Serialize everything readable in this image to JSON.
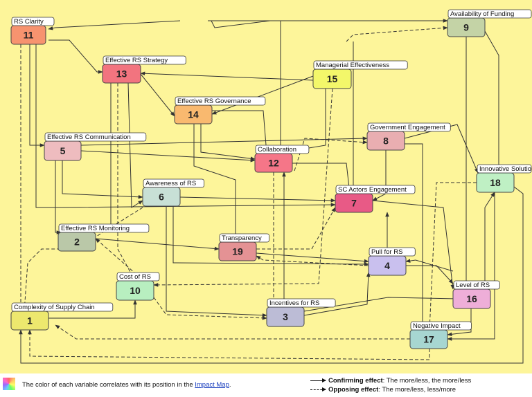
{
  "nodes": [
    {
      "id": "11",
      "label": "RS Clarity",
      "color": "#f7936f"
    },
    {
      "id": "13",
      "label": "Effective RS Strategy",
      "color": "#f2747f"
    },
    {
      "id": "14",
      "label": "Effective RS Governance",
      "color": "#f9b96f"
    },
    {
      "id": "15",
      "label": "Managerial Effectiveness",
      "color": "#f3f76a"
    },
    {
      "id": "9",
      "label": "Availability of Funding",
      "color": "#c4d3a6"
    },
    {
      "id": "5",
      "label": "Effective RS Communication",
      "color": "#eebcbf"
    },
    {
      "id": "12",
      "label": "Collaboration",
      "color": "#f57688"
    },
    {
      "id": "8",
      "label": "Government Engagement",
      "color": "#e9aeb1"
    },
    {
      "id": "18",
      "label": "Innovative Solutio",
      "color": "#bff0c4"
    },
    {
      "id": "6",
      "label": "Awareness of RS",
      "color": "#c8e0d6"
    },
    {
      "id": "7",
      "label": "SC Actors Engagement",
      "color": "#e85a86"
    },
    {
      "id": "2",
      "label": "Effective RS Monitoring",
      "color": "#bac8a8"
    },
    {
      "id": "19",
      "label": "Transparency",
      "color": "#e49294"
    },
    {
      "id": "4",
      "label": "Pull for RS",
      "color": "#c9c0ee"
    },
    {
      "id": "10",
      "label": "Cost of RS",
      "color": "#b8efc0"
    },
    {
      "id": "16",
      "label": "Level of RS",
      "color": "#eeaed8"
    },
    {
      "id": "1",
      "label": "Complexity of Supply Chain",
      "color": "#ede86e"
    },
    {
      "id": "3",
      "label": "Incentives for RS",
      "color": "#bcbcd6"
    },
    {
      "id": "17",
      "label": "Negative Impact",
      "color": "#a7d6d1"
    }
  ],
  "footer": {
    "note": "The color of each variable correlates with its position in the",
    "link": "Impact Map",
    "period": ".",
    "confirm_title": "Confirming effect",
    "confirm_text": ": The more/less, the more/less",
    "oppose_title": "Opposing effect",
    "oppose_text": ": The more/less, less/more"
  },
  "colors": {
    "background": "#fdf59a",
    "edge": "#333333"
  }
}
